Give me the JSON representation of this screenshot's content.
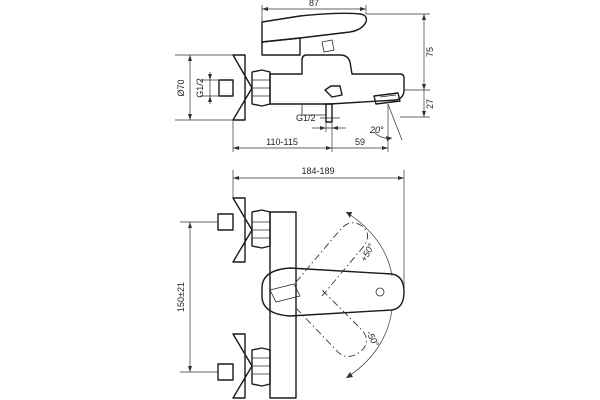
{
  "drawing": {
    "side_view": {
      "dim_width_top": "87",
      "dim_height_right": "75",
      "dim_height_small": "27",
      "dim_diameter": "Ø70",
      "dim_thread_left": "G1/2",
      "dim_thread_bottom": "G1/2",
      "dim_offset": "110-115",
      "dim_spout_reach": "59",
      "dim_spout_angle": "20°"
    },
    "front_view": {
      "dim_overall_width": "184-189",
      "dim_center_distance": "150±21",
      "dim_rotate_up": "+50°",
      "dim_rotate_down": "-50°"
    }
  }
}
